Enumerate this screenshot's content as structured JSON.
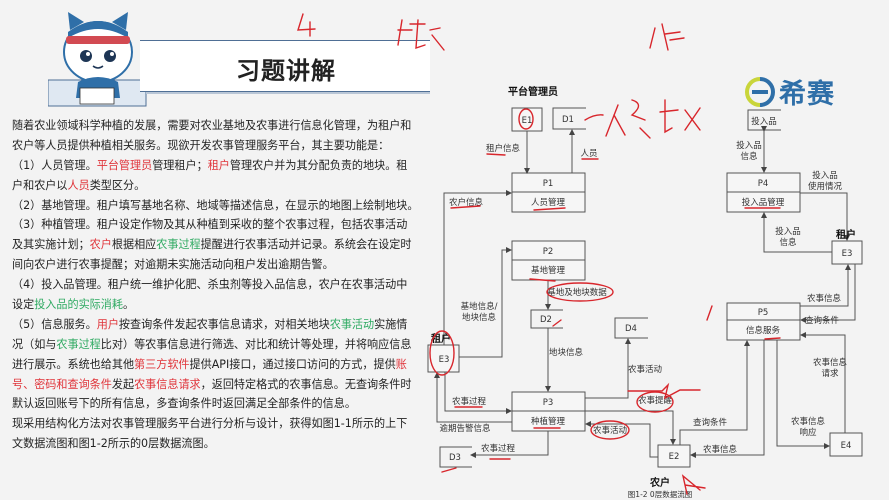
{
  "header": {
    "title": "习题讲解"
  },
  "logo": {
    "text": "希赛",
    "brand_color": "#2f6fa8"
  },
  "colors": {
    "highlight_red": "#e0343a",
    "highlight_green": "#2faa62",
    "annotation_ink": "#d8262c"
  },
  "question": {
    "lines": [
      [
        {
          "t": "随着农业领域科学种植的发展，需要对农业基地及农事进行信息化管理，为租户和"
        }
      ],
      [
        {
          "t": "农户等人员提供种植相关服务。现欲开发农事管理服务平台，其主要功能是："
        }
      ],
      [
        {
          "t": "（1）人员管理。"
        },
        {
          "t": "平台管理员",
          "c": "red"
        },
        {
          "t": "管理租户；"
        },
        {
          "t": "租户",
          "c": "red"
        },
        {
          "t": "管理农户并为其分配负责的地块。租"
        }
      ],
      [
        {
          "t": "户和农户以"
        },
        {
          "t": "人员",
          "c": "red"
        },
        {
          "t": "类型区分。"
        }
      ],
      [
        {
          "t": "（2）基地管理。租户填写基地名称、地域等描述信息，在显示的地图上绘制地块。"
        }
      ],
      [
        {
          "t": "（3）种植管理。租户设定作物及其从种植到采收的整个农事过程，包括农事活动"
        }
      ],
      [
        {
          "t": "及其实施计划；"
        },
        {
          "t": "农户",
          "c": "red"
        },
        {
          "t": "根据相应"
        },
        {
          "t": "农事过程",
          "c": "green"
        },
        {
          "t": "提醒进行农事活动并记录。系统会在设定时"
        }
      ],
      [
        {
          "t": "间向农户进行农事提醒；对逾期未实施活动向租户发出逾期告警。"
        }
      ],
      [
        {
          "t": "（4）投入品管理。租户统一维护化肥、杀虫剂等投入品信息，农户在农事活动中"
        }
      ],
      [
        {
          "t": "设定"
        },
        {
          "t": "投入品的实际消耗",
          "c": "green"
        },
        {
          "t": "。"
        }
      ],
      [
        {
          "t": "（5）信息服务。"
        },
        {
          "t": "用户",
          "c": "red"
        },
        {
          "t": "按查询条件发起农事信息请求，对相关地块"
        },
        {
          "t": "农事活动",
          "c": "green"
        },
        {
          "t": "实施情"
        }
      ],
      [
        {
          "t": "况（如与"
        },
        {
          "t": "农事过程",
          "c": "green"
        },
        {
          "t": "比对）等农事信息进行筛选、对比和统计等处理，并将响应信息"
        }
      ],
      [
        {
          "t": "进行展示。系统也给其他"
        },
        {
          "t": "第三方软件",
          "c": "red"
        },
        {
          "t": "提供API接口，通过接口访问的方式，提供"
        },
        {
          "t": "账",
          "c": "red"
        }
      ],
      [
        {
          "t": "号、密码和查询条件",
          "c": "red"
        },
        {
          "t": "发起"
        },
        {
          "t": "农事信息请求",
          "c": "red"
        },
        {
          "t": "，返回特定格式的农事信息。无查询条件时"
        }
      ],
      [
        {
          "t": "默认返回账号下的所有信息，多查询条件时返回满足全部条件的信息。"
        }
      ],
      [
        {
          "t": "现采用结构化方法对农事管理服务平台进行分析与设计，获得如图1-1所示的上下"
        }
      ],
      [
        {
          "t": "文数据流图和图1-2所示的0层数据流图。"
        }
      ]
    ]
  },
  "diagram": {
    "platform_admin": "平台管理员",
    "e1": "E1",
    "d1": "D1",
    "p1": "P1",
    "p1_name": "人员管理",
    "lbl_tenant_info": "租户信息",
    "lbl_personnel": "人员",
    "lbl_farmer_info": "农户信息",
    "p2": "P2",
    "p2_name": "基地管理",
    "lbl_base_plot_data": "基地及地块数据",
    "d2": "D2",
    "lbl_base_info": "基地信息/",
    "lbl_plot_info_a": "地块信息",
    "tenant_left": "租户",
    "e3_left": "E3",
    "d4": "D4",
    "lbl_plot_info": "地块信息",
    "p3": "P3",
    "p3_name": "种植管理",
    "lbl_farm_process_1": "农事过程",
    "lbl_overdue": "逾期告警信息",
    "d3": "D3",
    "lbl_farm_process_2": "农事过程",
    "lbl_farm_activity_1": "农事活动",
    "lbl_reminder": "农事提醒",
    "lbl_farm_activity_2": "农事活动",
    "e2": "E2",
    "farmer": "农户",
    "caption": "图1-2  0层数据流图",
    "lbl_query_1": "查询条件",
    "lbl_farm_info_1": "农事信息",
    "p5": "P5",
    "p5_name": "信息服务",
    "lbl_query_2": "查询条件",
    "lbl_farm_info_2": "农事信息",
    "e4": "E4",
    "lbl_request_a": "农事信息",
    "lbl_request_b": "请求",
    "lbl_response_a": "农事信息",
    "lbl_response_b": "响应",
    "input_store": "投入品",
    "lbl_input_info_1a": "投入品",
    "lbl_input_info_1b": "信息",
    "p4": "P4",
    "p4_name": "投入品管理",
    "lbl_input_usage_a": "投入品",
    "lbl_input_usage_b": "使用情况",
    "lbl_input_info_2a": "投入品",
    "lbl_input_info_2b": "信息",
    "tenant_right": "租户",
    "e3_right": "E3"
  }
}
